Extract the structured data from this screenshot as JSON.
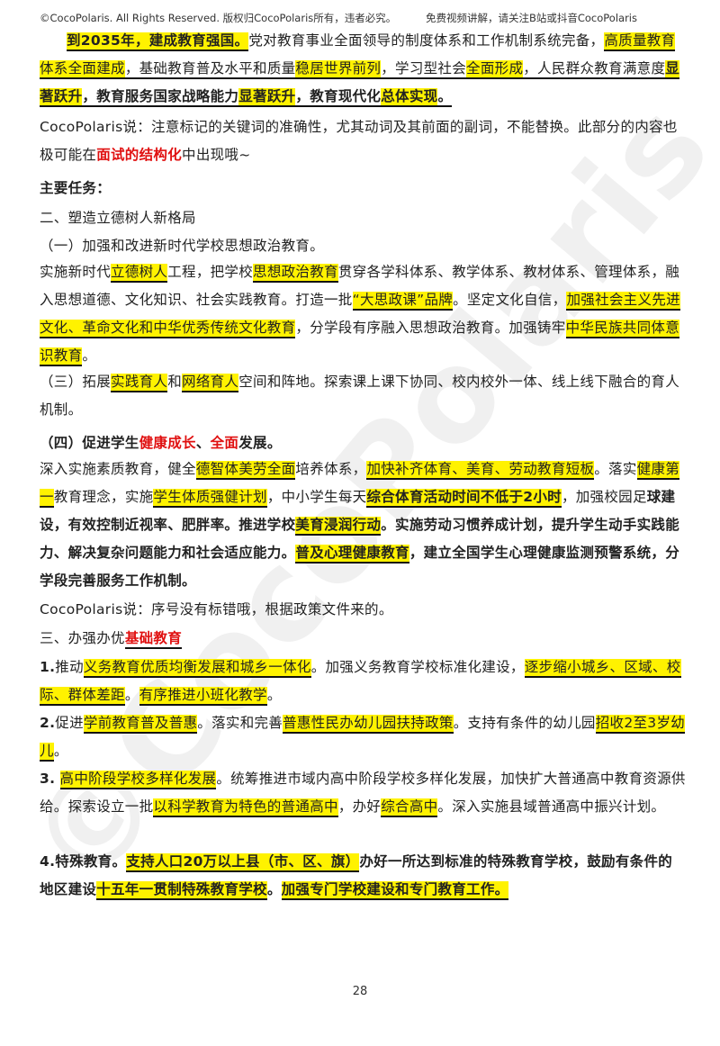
{
  "header": {
    "left": "©CocoPolaris. All Rights Reserved. 版权归CocoPolaris所有，违者必究。",
    "right": "免费视频讲解，请关注B站或抖音CocoPolaris"
  },
  "watermark": "©CocoPolaris",
  "para1": {
    "s1": "到2035年，建成教育强国。",
    "s2": "党对教育事业全面领导的制度体系和工作机制系统完备，",
    "s3": "高质量教育",
    "s4": "体系全面建成",
    "s5": "，基础教育普及水平和质量",
    "s6": "稳居世界前列",
    "s7": "，学习型社会",
    "s8": "全面形成",
    "s9": "，人民群众教育满意度",
    "s10": "显著跃升",
    "s11": "，教育服务国家战略能力",
    "s12": "显著跃升",
    "s13": "，教育现代化",
    "s14": "总体实现",
    "s15": "。"
  },
  "note1": {
    "s1": "CocoPolaris说：注意标记的关键词的准确性，尤其动词及其前面的副词，不能替换。此部分的内容也极可能在",
    "s2": "面试的结构化",
    "s3": "中出现哦~"
  },
  "main_tasks": "主要任务：",
  "sec2_title": "二、塑造立德树人新格局",
  "sub1_title": "（一）加强和改进新时代学校思想政治教育。",
  "para2": {
    "s1": "实施新时代",
    "s2": "立德树人",
    "s3": "工程，把学校",
    "s4": "思想政治教育",
    "s5": "贯穿各学科体系、教学体系、教材体系、管理体系，融入思想道德、文化知识、社会实践教育。打造一批",
    "s6": "“大思政课”品牌",
    "s7": "。坚定文化自信，",
    "s8": "加强社会主义先进文化、革命文化和中华优秀传统文化教育",
    "s9": "，分学段有序融入思想政治教育。加强铸牢",
    "s10": "中华民族共同体意识教育",
    "s11": "。"
  },
  "para3": {
    "s1": "（三）拓展",
    "s2": "实践育人",
    "s3": "和",
    "s4": "网络育人",
    "s5": "空间和阵地。探索课上课下协同、校内校外一体、线上线下融合的育人机制。"
  },
  "sub4_title": {
    "s1": "（四）促进学生",
    "s2": "健康成长",
    "s3": "、",
    "s4": "全面",
    "s5": "发展。"
  },
  "para4": {
    "s1": "深入实施素质教育，健全",
    "s2": "德智体美劳全面",
    "s3": "培养体系，",
    "s4": "加快补齐体育、美育、劳动教育短板",
    "s5": "。落实",
    "s6": "健康第一",
    "s7": "教育理念，实施",
    "s8": "学生体质强健计划",
    "s9": "，中小学生每天",
    "s10": "综合体育活动时间不低于2小时",
    "s11": "，加强校园足",
    "s12": "球建设，有效控制近视率、肥胖率。推进学校",
    "s13": "美育浸润行动",
    "s14": "。实施劳动习惯养成计划，提升学生动手实践能力、解决复杂问题能力和社会适应能力。",
    "s15": "普及心理健康教育",
    "s16": "，建立全国学生心理健康监测预警系统，分学段完善服务工作机制。"
  },
  "note2": "CocoPolaris说：序号没有标错哦，根据政策文件来的。",
  "sec3_title": {
    "s1": "三、办强办优",
    "s2": "基础教育"
  },
  "item1": {
    "s1": "1.",
    "s2": "推动",
    "s3": "义务教育优质均衡发展和城乡一体化",
    "s4": "。加强义务教育学校标准化建设，",
    "s5": "逐步缩小城乡、区域、校际、群体差距",
    "s6": "。",
    "s7": "有序推进小班化教学",
    "s8": "。"
  },
  "item2": {
    "s1": "2.",
    "s2": "促进",
    "s3": "学前教育普及普惠",
    "s4": "。落实和完善",
    "s5": "普惠性民办幼儿园扶持政策",
    "s6": "。支持有条件的幼儿园",
    "s7": "招收2至3岁幼儿",
    "s8": "。"
  },
  "item3": {
    "s1": "3.",
    "s2": "高中阶段学校多样化发展",
    "s3": "。统筹推进市域内高中阶段学校多样化发展，加快扩大普通高中教育资源供给。探索设立一批",
    "s4": "以科学教育为特色的普通高中",
    "s5": "，办好",
    "s6": "综合高中",
    "s7": "。深入实施县域普通高中振兴计划。"
  },
  "item4": {
    "s1": "4.特殊教育。",
    "s2": "支持人口20万以上县（市、区、旗）",
    "s3": "办好一所达到标准的特殊教育学校，鼓励有条件的地区建设",
    "s4": "十五年一贯制特殊教育学校",
    "s5": "。",
    "s6": "加强专门学校建设和专门教育工作。"
  },
  "page_number": "28"
}
